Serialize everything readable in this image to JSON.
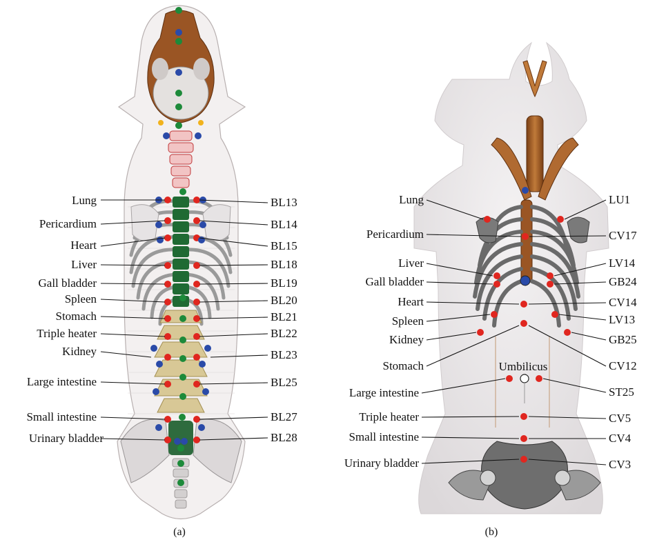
{
  "panel_a": {
    "caption": "(a)",
    "left_labels": [
      "Lung",
      "Pericardium",
      "Heart",
      "Liver",
      "Gall bladder",
      "Spleen",
      "Stomach",
      "Triple heater",
      "Kidney",
      "Large intestine",
      "Small intestine",
      "Urinary bladder"
    ],
    "right_labels": [
      "BL13",
      "BL14",
      "BL15",
      "BL18",
      "BL19",
      "BL20",
      "BL21",
      "BL22",
      "BL23",
      "BL25",
      "BL27",
      "BL28"
    ]
  },
  "panel_b": {
    "caption": "(b)",
    "left_labels": [
      "Lung",
      "Pericardium",
      "Liver",
      "Gall bladder",
      "Heart",
      "Spleen",
      "Kidney",
      "Stomach",
      "Large intestine",
      "Triple heater",
      "Small intestine",
      "Urinary bladder"
    ],
    "right_labels": [
      "LU1",
      "CV17",
      "LV14",
      "GB24",
      "CV14",
      "LV13",
      "GB25",
      "CV12",
      "ST25",
      "CV5",
      "CV4",
      "CV3"
    ],
    "center_label": "Umbilicus"
  },
  "colors": {
    "acupoint_red": "#e0261f",
    "acupoint_blue": "#2a4aa8",
    "acupoint_green": "#1d8a3a",
    "bone_brown": "#a8622b",
    "rib_gray": "#6f6f6f",
    "body_fill": "#ece8ea"
  }
}
